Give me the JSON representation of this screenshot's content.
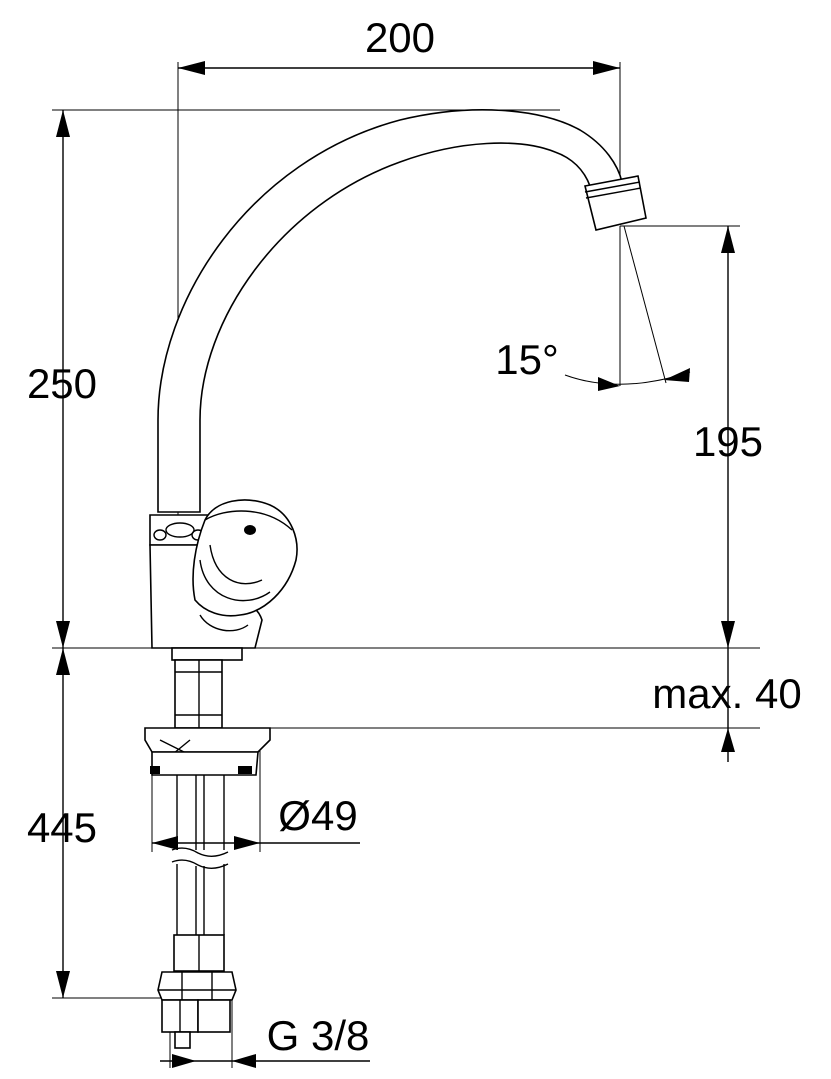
{
  "dimensions": {
    "spout_reach": "200",
    "total_height": "250",
    "outlet_height": "195",
    "outlet_angle": "15°",
    "deck_thickness": "max. 40",
    "hose_length": "445",
    "shank_diameter": "Ø49",
    "thread": "G 3/8"
  },
  "colors": {
    "line": "#000000",
    "background": "#ffffff"
  }
}
